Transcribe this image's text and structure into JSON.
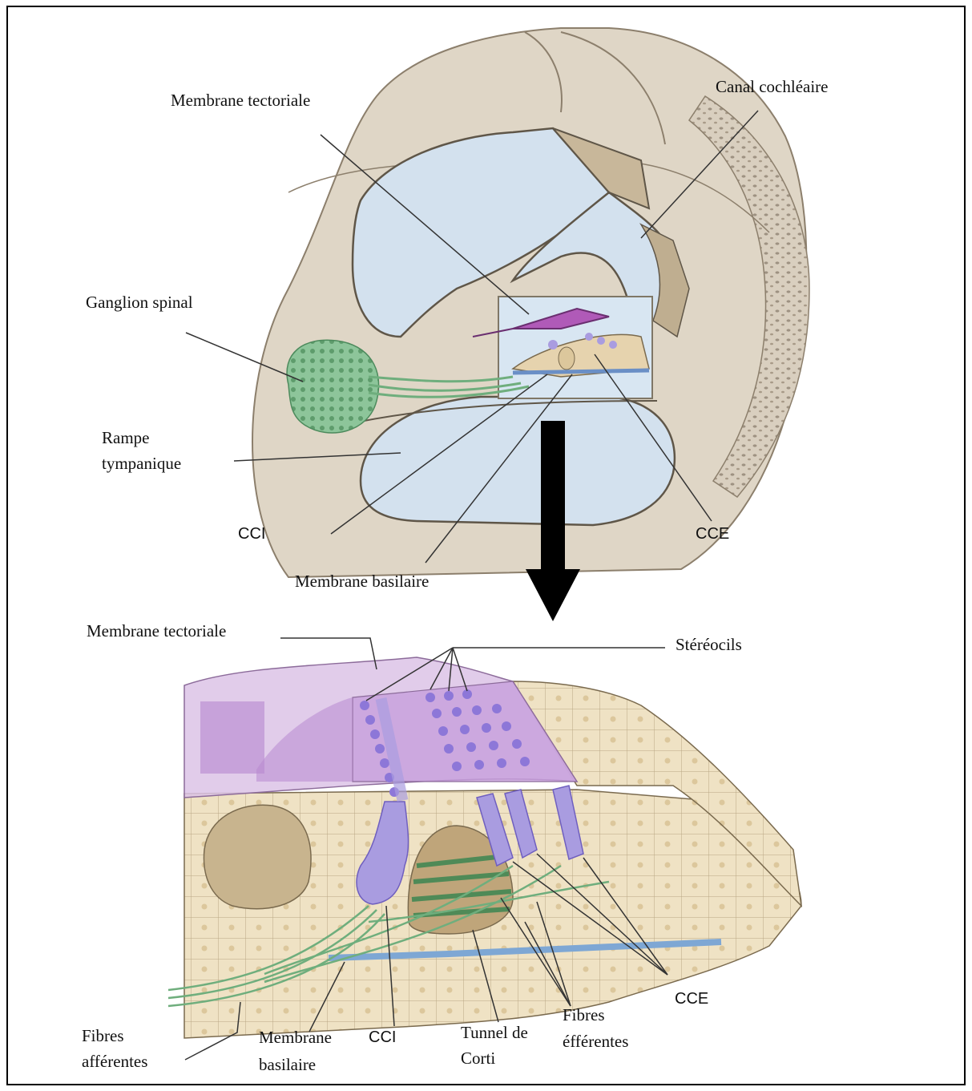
{
  "labels": {
    "top": {
      "membrane_tectoriale": "Membrane tectoriale",
      "canal_cochleaire": "Canal cochléaire",
      "ganglion_spinal": "Ganglion spinal",
      "rampe_tympanique_1": "Rampe",
      "rampe_tympanique_2": "tympanique",
      "cci": "CCI",
      "cce": "CCE",
      "membrane_basilaire": "Membrane basilaire"
    },
    "bottom": {
      "membrane_tectoriale": "Membrane tectoriale",
      "stereocils": "Stéréocils",
      "fibres_afferentes_1": "Fibres",
      "fibres_afferentes_2": "afférentes",
      "membrane_basilaire_1": "Membrane",
      "membrane_basilaire_2": "basilaire",
      "cci": "CCI",
      "tunnel_corti_1": "Tunnel de",
      "tunnel_corti_2": "Corti",
      "fibres_efferentes_1": "Fibres",
      "fibres_efferentes_2": "éfférentes",
      "cce": "CCE"
    }
  },
  "colors": {
    "bone": "#d9cfbf",
    "bone_dark": "#b9ab93",
    "fluid": "#d3e1ee",
    "tectorial": "#c9a3d9",
    "hair_cell": "#a99ce0",
    "nerve": "#7fb98a",
    "basilar": "#7ea7d4",
    "tissue": "#efe2c4"
  }
}
